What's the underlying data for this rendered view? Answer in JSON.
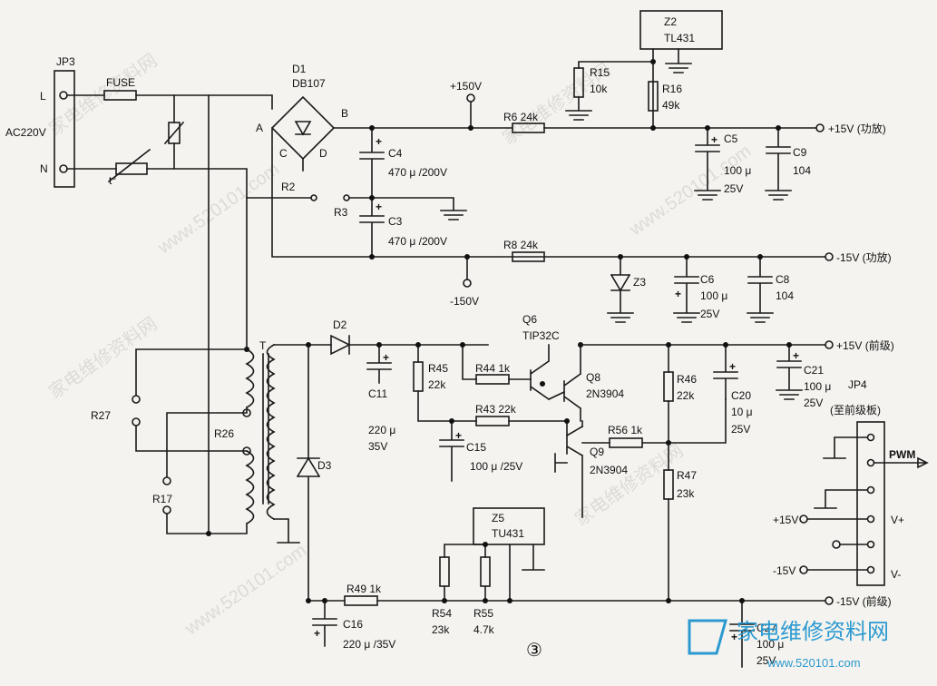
{
  "refs": {
    "jp3": "JP3",
    "L": "L",
    "N": "N",
    "ac": "AC220V",
    "fuse": "FUSE",
    "t_deg": "t°",
    "d1": "D1",
    "db107": "DB107",
    "A": "A",
    "B": "B",
    "C": "C",
    "D": "D",
    "r2": "R2",
    "r3": "R3",
    "c4": "C4",
    "c4v": "470 μ /200V",
    "c3": "C3",
    "c3v": "470 μ /200V",
    "p150": "+150V",
    "m150": "-150V",
    "r6": "R6  24k",
    "r8": "R8  24k",
    "z2": "Z2",
    "tl431": "TL431",
    "r15": "R15",
    "r15v": "10k",
    "r16": "R16",
    "r16v": "49k",
    "c5": "C5",
    "c5a": "100 μ",
    "c5b": "25V",
    "c9": "C9",
    "c9v": "104",
    "p15amp": "+15V (功放)",
    "m15amp": "-15V (功放)",
    "z3": "Z3",
    "c6": "C6",
    "c6a": "100 μ",
    "c6b": "25V",
    "c8": "C8",
    "c8v": "104",
    "T": "T",
    "r27": "R27",
    "r26": "R26",
    "r17": "R17",
    "d2": "D2",
    "d3": "D3",
    "c11": "C11",
    "c11a": "220 μ",
    "c11b": "35V",
    "r45": "R45",
    "r45v": "22k",
    "r44": "R44  1k",
    "r43": "R43  22k",
    "q6": "Q6",
    "tip32c": "TIP32C",
    "q8": "Q8",
    "q8t": "2N3904",
    "q9": "Q9",
    "q9t": "2N3904",
    "c15": "C15",
    "c15v": "100 μ /25V",
    "r56": "R56  1k",
    "r46": "R46",
    "r46v": "22k",
    "r47": "R47",
    "r47v": "23k",
    "c20": "C20",
    "c20a": "10 μ",
    "c20b": "25V",
    "c21": "C21",
    "c21a": "100 μ",
    "c21b": "25V",
    "p15pre": "+15V (前级)",
    "m15pre": "-15V (前级)",
    "jp4": "JP4",
    "jp4b": "(至前级板)",
    "pwm": "PWM",
    "vp": "V+",
    "vm": "V-",
    "p15": "+15V",
    "m15": "-15V",
    "z5": "Z5",
    "tu431": "TU431",
    "r54": "R54",
    "r54v": "23k",
    "r55": "R55",
    "r55v": "4.7k",
    "r49": "R49  1k",
    "c16": "C16",
    "c16v": "220 μ /35V",
    "c27": "C27",
    "c27a": "100 μ",
    "c27b": "25V",
    "fig": "③"
  },
  "watermarks": [
    "家电维修资料网",
    "www.520101.com",
    "家电维修资料网",
    "www.520101.com",
    "家电维修资料网",
    "家电维修资料网",
    "www.520101.com"
  ],
  "logo": {
    "cn": "家电维修资料网",
    "url": "www.520101.com"
  }
}
